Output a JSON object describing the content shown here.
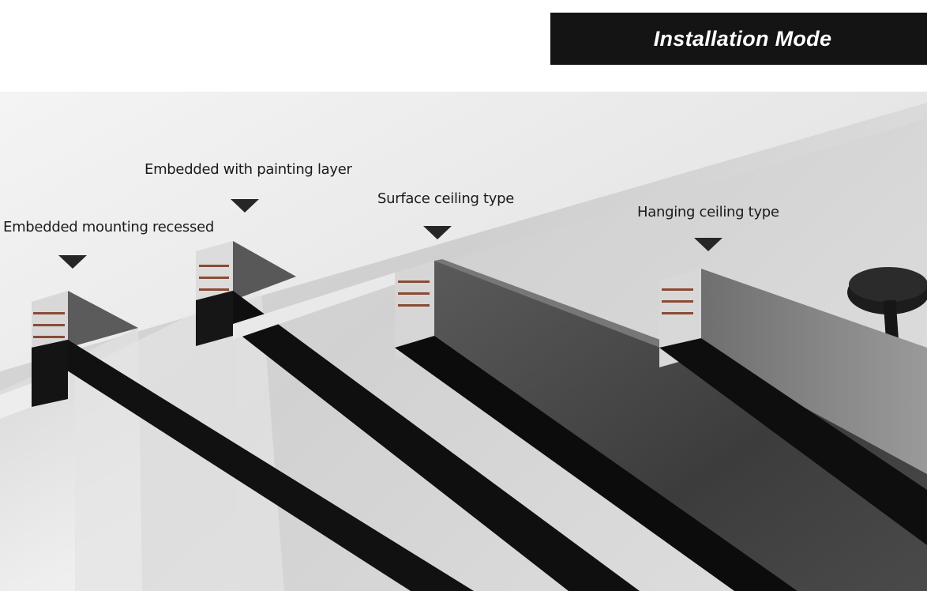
{
  "header": {
    "title": "Installation Mode"
  },
  "labels": {
    "recessed": "Embedded mounting recessed",
    "painting": "Embedded with painting layer",
    "surface": "Surface ceiling type",
    "hanging": "Hanging ceiling type"
  },
  "colors": {
    "banner": "#141414",
    "ceiling_light": "#ececec",
    "ceiling_shadow": "#c8c8c8",
    "track_black": "#111111",
    "copper": "#8a4b35"
  }
}
